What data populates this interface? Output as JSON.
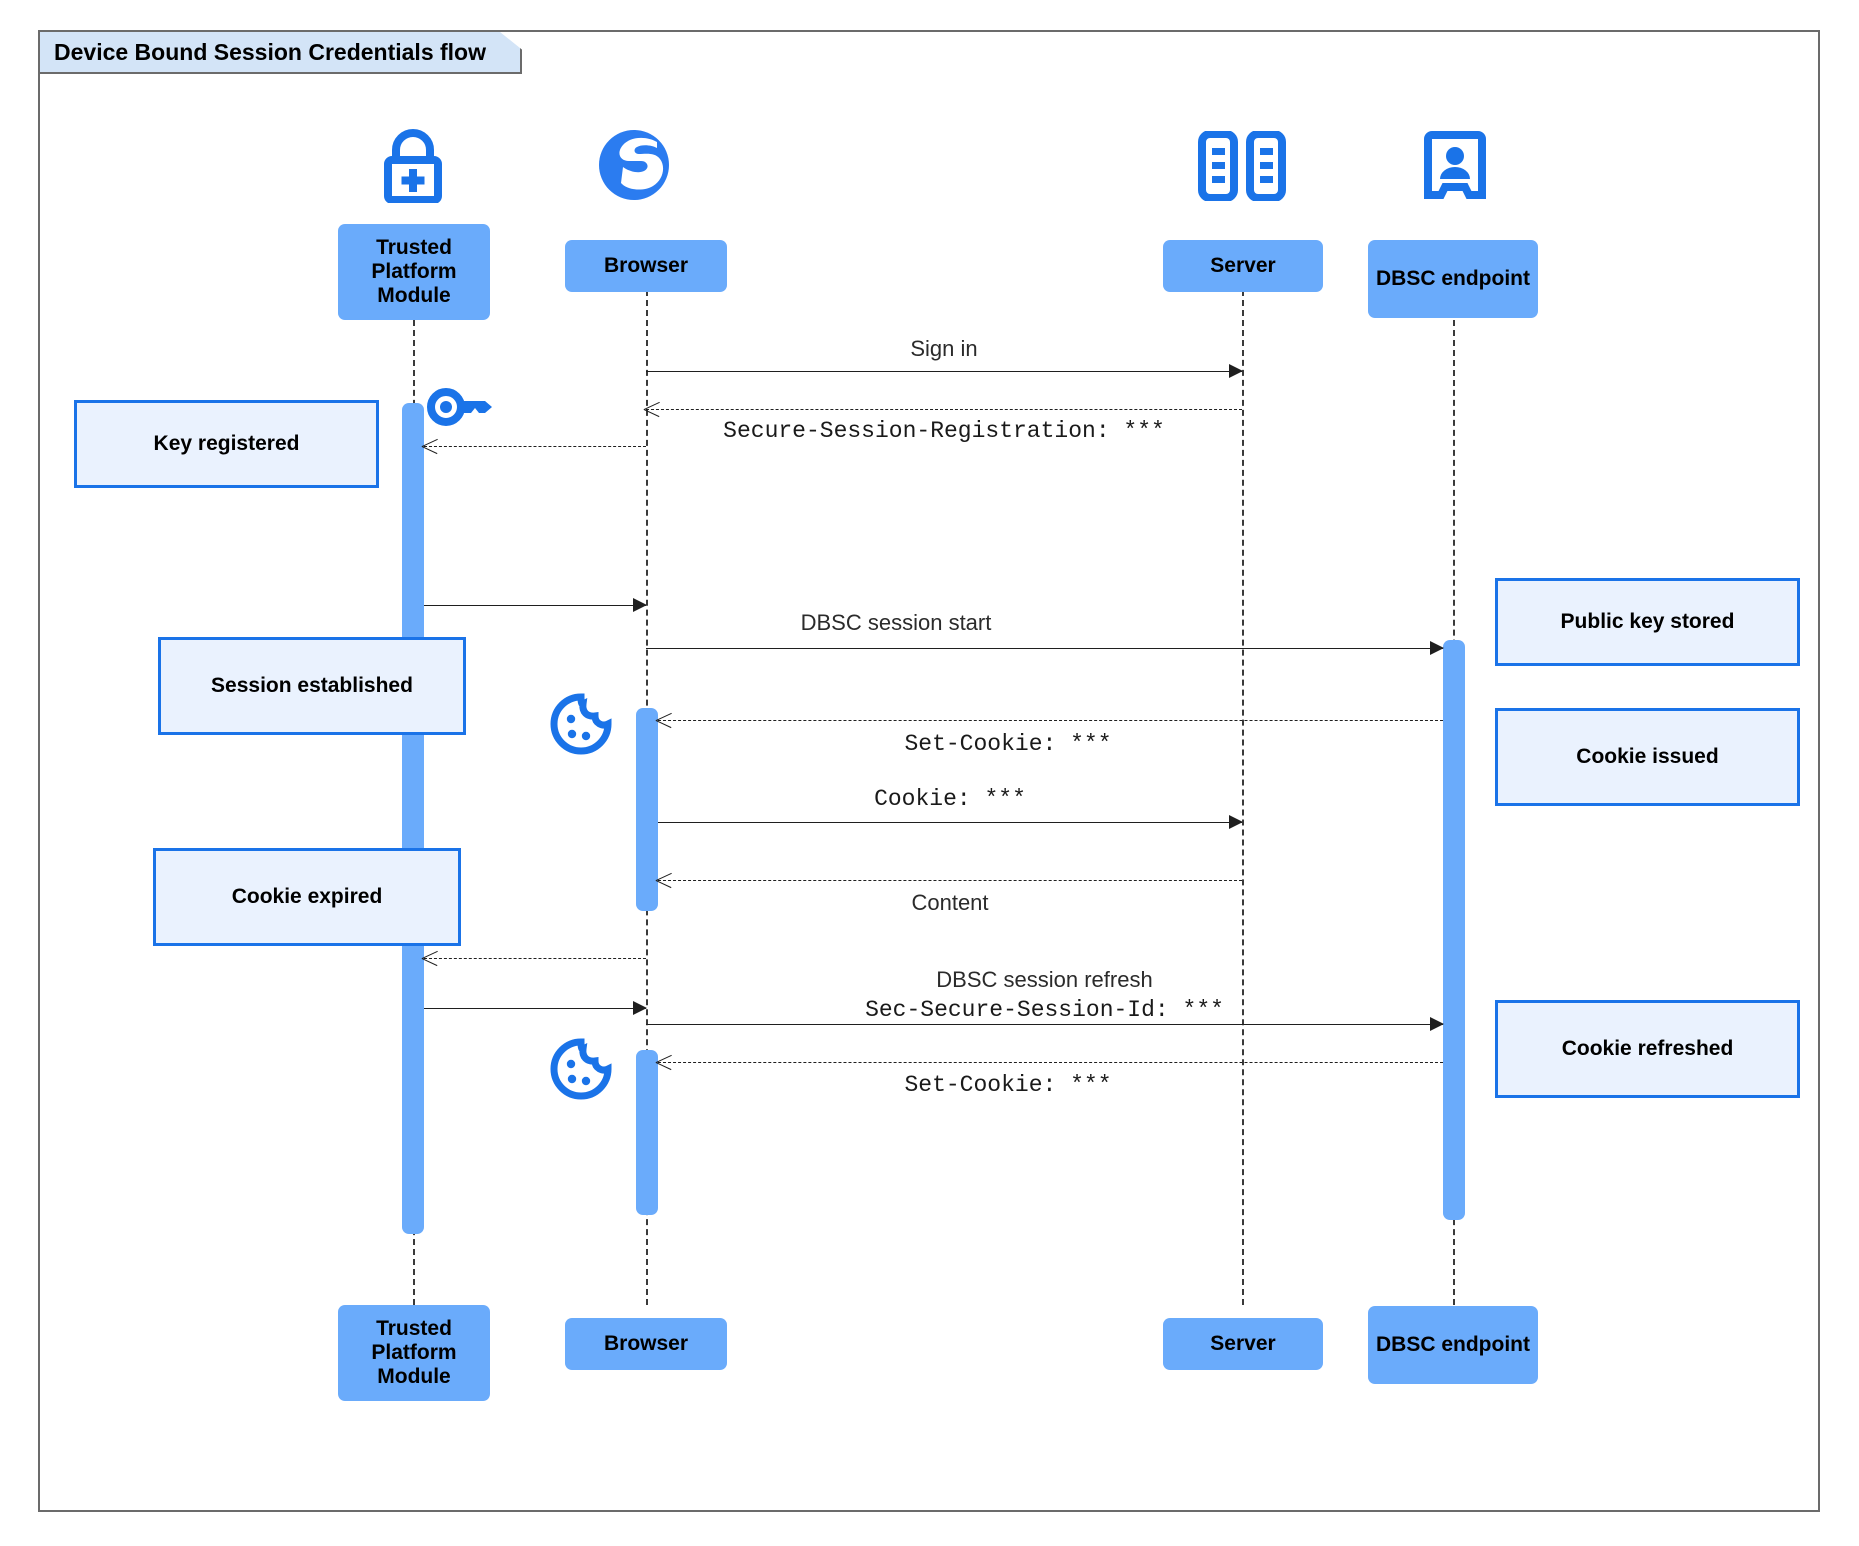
{
  "diagram": {
    "title": "Device Bound Session Credentials flow",
    "type": "sequence-diagram",
    "colors": {
      "participant_fill": "#6aabfb",
      "note_fill": "#eaf2fe",
      "note_border": "#1a73e8",
      "icon_blue": "#1a73e8",
      "frame_border": "#6b6b6b",
      "title_fill": "#d3e4f7"
    }
  },
  "participants": [
    {
      "id": "tpm",
      "label": "Trusted Platform Module",
      "icon": "padlock-plus-icon"
    },
    {
      "id": "browser",
      "label": "Browser",
      "icon": "globe-icon"
    },
    {
      "id": "server",
      "label": "Server",
      "icon": "server-racks-icon"
    },
    {
      "id": "dbsc",
      "label": "DBSC endpoint",
      "icon": "id-badge-person-icon"
    }
  ],
  "messages": [
    {
      "id": "m1",
      "from": "browser",
      "to": "server",
      "label": "Sign in",
      "style": "solid",
      "font": "sans"
    },
    {
      "id": "m2",
      "from": "server",
      "to": "browser",
      "label": "Secure-Session-Registration: ***",
      "style": "dashed",
      "font": "mono"
    },
    {
      "id": "m3",
      "from": "browser",
      "to": "tpm",
      "label": "",
      "style": "dashed",
      "font": "mono"
    },
    {
      "id": "m4",
      "from": "tpm",
      "to": "browser",
      "label": "",
      "style": "solid",
      "font": "sans"
    },
    {
      "id": "m5",
      "from": "browser",
      "to": "dbsc",
      "label": "DBSC session start",
      "style": "solid",
      "font": "sans"
    },
    {
      "id": "m6",
      "from": "dbsc",
      "to": "browser",
      "label": "Set-Cookie: ***",
      "style": "dashed",
      "font": "mono"
    },
    {
      "id": "m7",
      "from": "browser",
      "to": "server",
      "label": "Cookie: ***",
      "style": "solid",
      "font": "mono"
    },
    {
      "id": "m8",
      "from": "server",
      "to": "browser",
      "label": "Content",
      "style": "dashed",
      "font": "sans"
    },
    {
      "id": "m9",
      "from": "browser",
      "to": "tpm",
      "label": "",
      "style": "dashed",
      "font": "mono"
    },
    {
      "id": "m10",
      "from": "tpm",
      "to": "browser",
      "label": "",
      "style": "solid",
      "font": "sans"
    },
    {
      "id": "m11",
      "from": "browser",
      "to": "dbsc",
      "label_line1": "DBSC session refresh",
      "label_line2": "Sec-Secure-Session-Id: ***",
      "style": "solid",
      "font": "mixed"
    },
    {
      "id": "m12",
      "from": "dbsc",
      "to": "browser",
      "label": "Set-Cookie: ***",
      "style": "dashed",
      "font": "mono"
    }
  ],
  "notes": {
    "left": [
      {
        "id": "n1",
        "text": "Key registered"
      },
      {
        "id": "n2",
        "text": "Session established"
      },
      {
        "id": "n3",
        "text": "Cookie expired"
      }
    ],
    "right": [
      {
        "id": "n4",
        "text": "Public key stored"
      },
      {
        "id": "n5",
        "text": "Cookie issued"
      },
      {
        "id": "n6",
        "text": "Cookie refreshed"
      }
    ]
  },
  "inline_icons": [
    {
      "id": "key-icon",
      "name": "key-icon",
      "near": "tpm-activation-top"
    },
    {
      "id": "cookie-icon-1",
      "name": "cookie-icon",
      "near": "browser-activation-set-cookie"
    },
    {
      "id": "cookie-icon-2",
      "name": "cookie-icon",
      "near": "browser-activation-set-cookie-refresh"
    }
  ]
}
